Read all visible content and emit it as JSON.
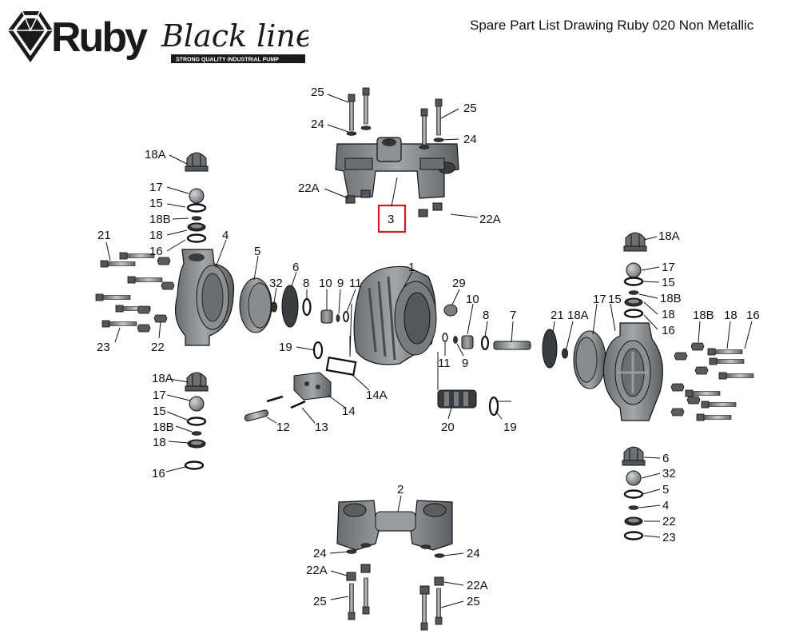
{
  "header": {
    "title": "Spare Part List Drawing Ruby 020 Non Metallic",
    "logo_wordmark": "Ruby",
    "logo_script": "Black line",
    "logo_tagline": "STRONG QUALITY INDUSTRIAL PUMP"
  },
  "highlight": {
    "part": "3",
    "color": "#cc1f1f"
  },
  "labels": [
    "25",
    "24",
    "25",
    "24",
    "22A",
    "3",
    "22A",
    "18A",
    "17",
    "15",
    "18B",
    "18",
    "16",
    "21",
    "4",
    "23",
    "22",
    "5",
    "32",
    "6",
    "8",
    "10",
    "9",
    "11",
    "1",
    "29",
    "10",
    "8",
    "7",
    "19",
    "11",
    "9",
    "14A",
    "14",
    "12",
    "13",
    "20",
    "19",
    "18A",
    "17",
    "15",
    "18B",
    "18",
    "16",
    "18A",
    "17",
    "15",
    "18B",
    "18",
    "16",
    "6",
    "32",
    "5",
    "4",
    "22",
    "23",
    "21",
    "18A",
    "17",
    "15",
    "18B",
    "18",
    "16",
    "2",
    "24",
    "24",
    "22A",
    "22A",
    "25",
    "25"
  ],
  "colors": {
    "part_fill": "#8a8a8d",
    "part_dark": "#55565a",
    "part_light": "#b9babd",
    "line": "#111111"
  }
}
